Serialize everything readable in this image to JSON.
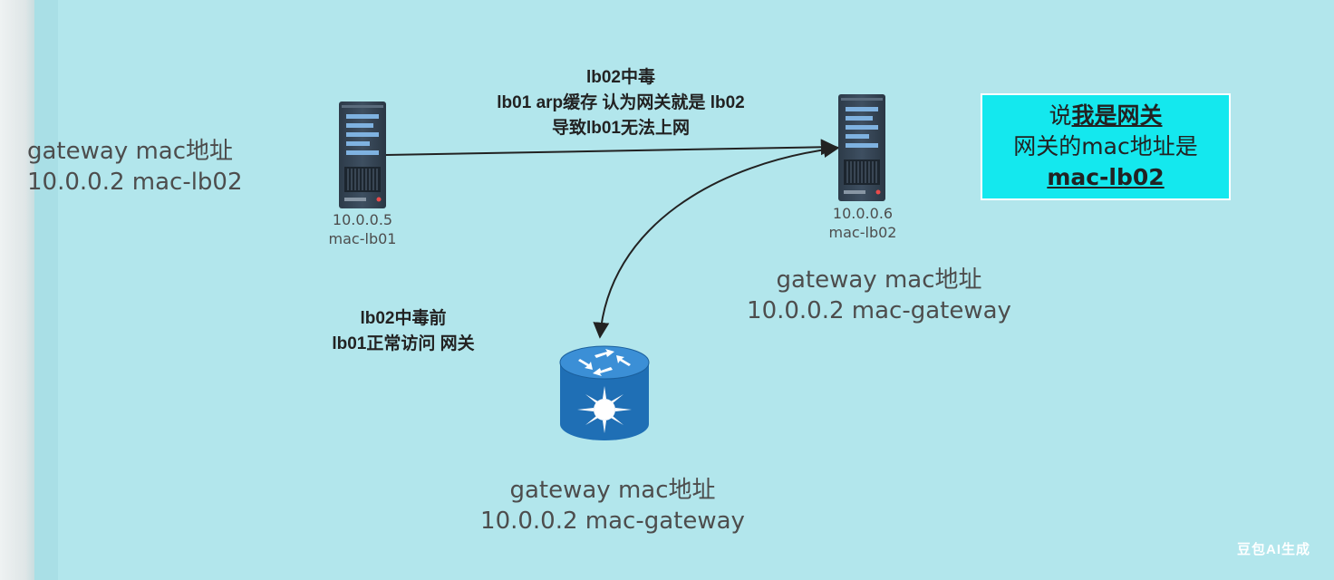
{
  "left_label": {
    "line1": "gateway mac地址",
    "line2": "10.0.0.2 mac-lb02"
  },
  "server_lb01": {
    "ip": "10.0.0.5",
    "mac": "mac-lb01",
    "icon": "server-icon"
  },
  "server_lb02": {
    "ip": "10.0.0.6",
    "mac": "mac-lb02",
    "icon": "server-icon",
    "label_line1": "gateway mac地址",
    "label_line2": "10.0.0.2 mac-gateway"
  },
  "router": {
    "icon": "router-icon",
    "label_line1": "gateway mac地址",
    "label_line2": "10.0.0.2 mac-gateway"
  },
  "arrow_note": {
    "line1": "lb02中毒",
    "line2": "lb01 arp缓存 认为网关就是 lb02",
    "line3": "导致lb01无法上网"
  },
  "before_note": {
    "line1": "lb02中毒前",
    "line2": "lb01正常访问 网关"
  },
  "callout": {
    "prefix": "说",
    "emph": "我是网关",
    "line2": "网关的mac地址是",
    "line3": "mac-lb02"
  },
  "watermark": "豆包AI生成",
  "colors": {
    "background": "#b2e6ec",
    "callout_fill": "#14e8ee",
    "server_body": "#3a4a5a",
    "router_blue": "#1f6fb5"
  }
}
